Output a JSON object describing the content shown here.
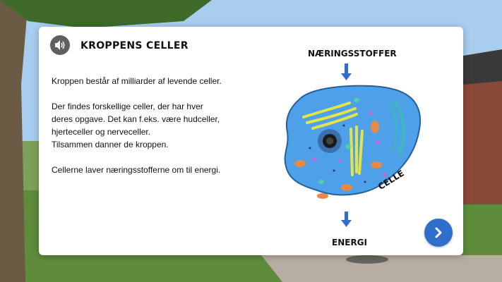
{
  "header": {
    "title": "KROPPENS CELLER"
  },
  "audio_button": {
    "icon": "speaker-icon"
  },
  "body": {
    "p1": "Kroppen består af milliarder af levende celler.",
    "p2_lines": [
      "Der findes forskellige celler, der har hver",
      "deres opgave. Det kan f.eks. være hudceller,",
      "hjerteceller og nerveceller.",
      "Tilsammen danner de kroppen."
    ],
    "p3": "Cellerne laver næringsstofferne om til energi."
  },
  "diagram": {
    "top_label": "NÆRINGSSTOFFER",
    "cell_label": "CELLE",
    "bottom_label": "ENERGI",
    "arrow_color": "#2f6fcb",
    "cell_color": "#4ea1e8"
  },
  "next_button": {
    "icon": "chevron-right-icon",
    "color": "#2f6fcb"
  }
}
